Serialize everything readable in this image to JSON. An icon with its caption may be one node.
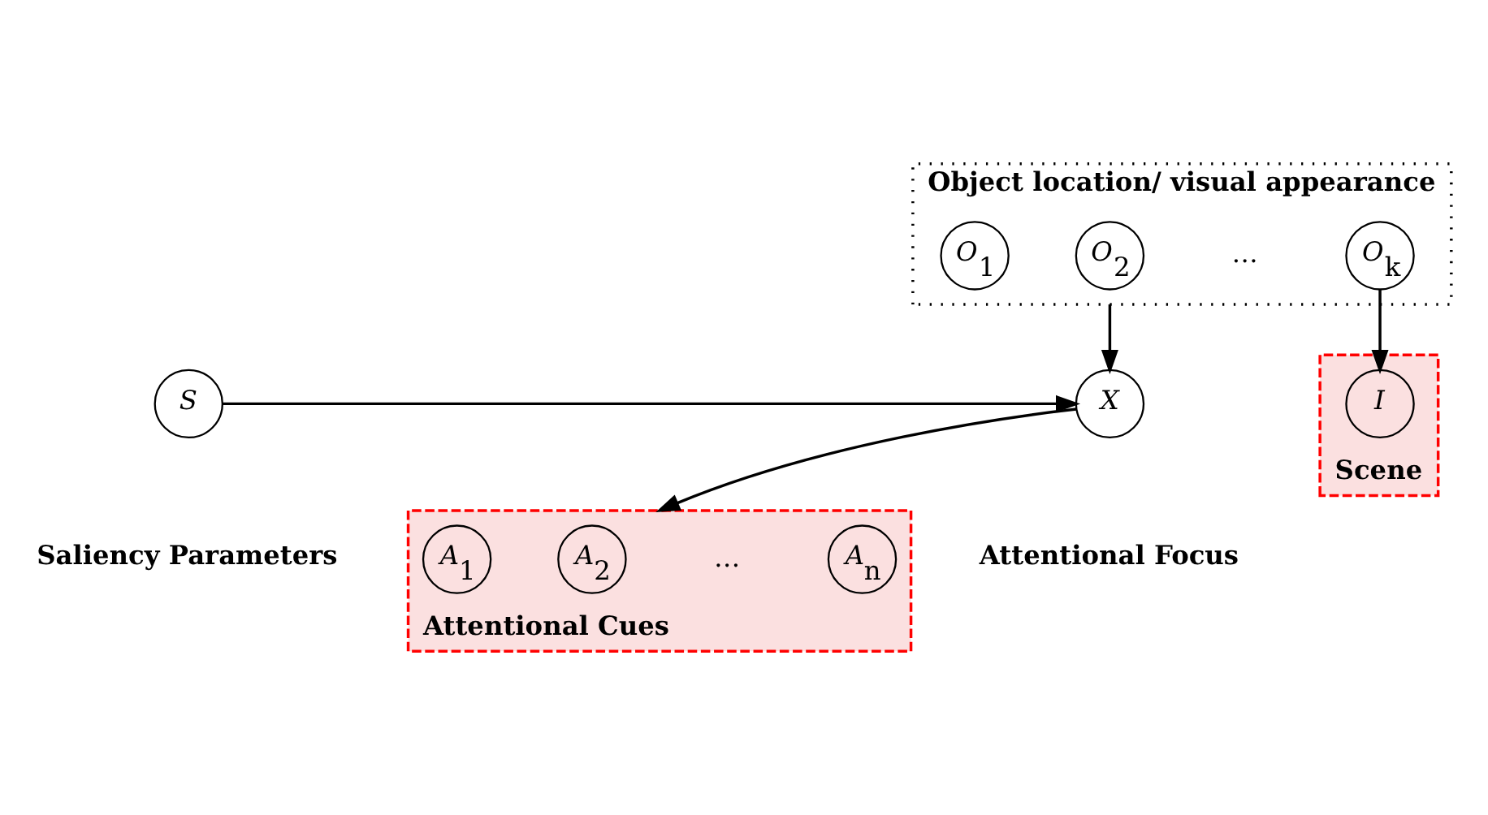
{
  "diagram": {
    "nodes": [
      {
        "text": [
          "Object location/ visual appearance"
        ]
      },
      {
        "text": [
          "O$_{1}$"
        ],
        "in": 0
      },
      {
        "text": [
          "O$_{2}$"
        ],
        "in": 0
      },
      {
        "text": [
          "O$_{k}$"
        ],
        "in": 0
      },
      {
        "text": [
          "S"
        ],
        "beside": [
          "Saliency Parameters"
        ]
      },
      {
        "text": [
          "X"
        ],
        "beside": [
          "Attentional Focus"
        ]
      },
      {
        "text": [
          "Scene"
        ]
      },
      {
        "text": [
          "I"
        ],
        "in": 6
      },
      {
        "text": [
          "Attentional Cues"
        ]
      },
      {
        "text": [
          "A$_{1}$"
        ],
        "in": 8
      },
      {
        "text": [
          "A$_{2}$"
        ],
        "in": 8
      },
      {
        "text": [
          "A$_{n}$"
        ],
        "in": 8
      }
    ],
    "edges": [
      {
        "from": 0,
        "to": 5,
        "arrow": "to"
      },
      {
        "from": 3,
        "to": 7,
        "arrow": "to"
      },
      {
        "from": 4,
        "to": 5,
        "arrow": "to"
      },
      {
        "from": 5,
        "to": 8,
        "arrow": "to"
      }
    ],
    "labels": [
      "…",
      "…"
    ]
  }
}
